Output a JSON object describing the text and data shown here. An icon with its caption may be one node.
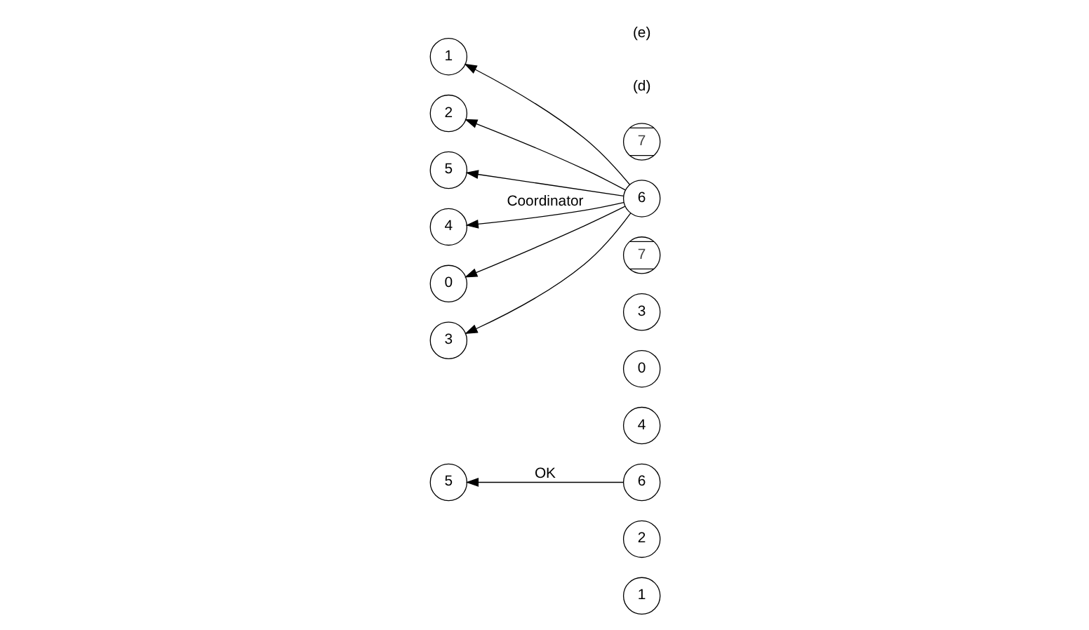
{
  "diagram": {
    "nodes": [
      {
        "text": [
          "1"
        ]
      },
      {
        "text": [
          "2"
        ]
      },
      {
        "text": [
          "5"
        ]
      },
      {
        "text": [
          "4"
        ]
      },
      {
        "text": [
          "6"
        ]
      },
      {
        "text": [
          "0"
        ]
      },
      {
        "text": [
          "3"
        ]
      },
      {
        "text": [
          "7"
        ]
      },
      {
        "text": [
          "1"
        ]
      },
      {
        "text": [
          "2"
        ]
      },
      {
        "text": [
          "5"
        ]
      },
      {
        "text": [
          "4"
        ]
      },
      {
        "text": [
          "6"
        ]
      },
      {
        "text": [
          "0"
        ]
      },
      {
        "text": [
          "3"
        ]
      },
      {
        "text": [
          "7"
        ]
      }
    ],
    "edges": [
      {
        "from": 4,
        "to": 2,
        "arrow": "to",
        "label": "OK"
      },
      {
        "from": 12,
        "to": 8,
        "arrow": "to"
      },
      {
        "from": 12,
        "to": 9,
        "arrow": "to"
      },
      {
        "from": 12,
        "to": 10,
        "arrow": "to"
      },
      {
        "from": 12,
        "to": 11,
        "arrow": "to",
        "label": "Coordinator"
      },
      {
        "from": 12,
        "to": 13,
        "arrow": "to"
      },
      {
        "from": 12,
        "to": 14,
        "arrow": "to"
      }
    ],
    "labels": [
      "(d)",
      "(e)"
    ]
  }
}
